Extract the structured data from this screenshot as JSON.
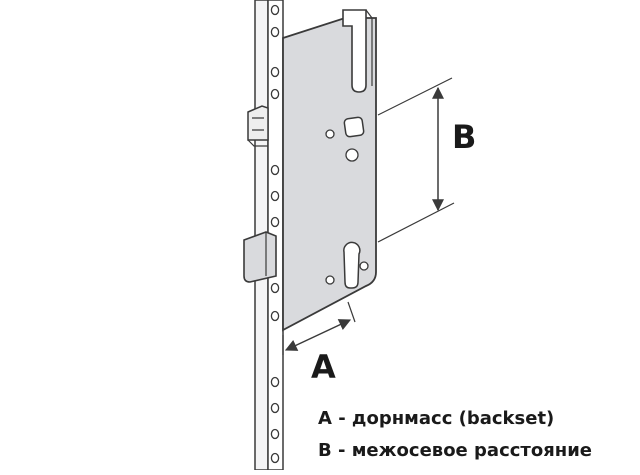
{
  "diagram": {
    "dimension_labels": {
      "b": "B",
      "a": "A"
    },
    "legend": [
      {
        "text": "A - дорнмасс (backset)"
      },
      {
        "text": "B - межосевое расстояние"
      }
    ],
    "colors": {
      "plate_fill": "#d9dadd",
      "strip_fill": "#f4f4f5",
      "outline": "#3a3a3a",
      "text": "#1a1a1a"
    }
  }
}
